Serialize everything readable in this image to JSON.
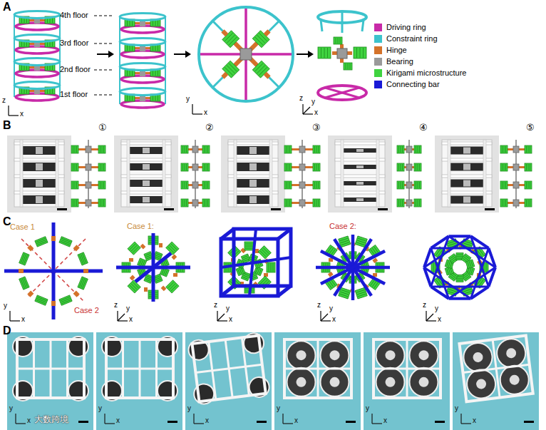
{
  "diagram": {
    "labels": [
      "A",
      "4th floor",
      "3rd floor",
      "2nd floor",
      "1st floor",
      "z",
      "x",
      "y",
      "x",
      "z",
      "y",
      "x",
      "B",
      "①",
      "②",
      "③",
      "④",
      "⑤",
      "C",
      "Case 1",
      "Case 2",
      "y",
      "x",
      "Case 1:",
      "z",
      "y",
      "x",
      "z",
      "y",
      "x",
      "Case 2:",
      "z",
      "y",
      "x",
      "z",
      "y",
      "x",
      "D",
      "y",
      "x",
      "y",
      "x",
      "y",
      "x",
      "y",
      "x",
      "y",
      "x",
      "y",
      "x",
      "大数跨境"
    ],
    "legend": [
      {
        "text": "Driving ring",
        "color": "#c82aa8"
      },
      {
        "text": "Constraint ring",
        "color": "#3cc3cc"
      },
      {
        "text": "Hinge",
        "color": "#d4722a"
      },
      {
        "text": "Bearing",
        "color": "#9a9a9a"
      },
      {
        "text": "Kirigami microstructure",
        "color": "#3fd33f"
      },
      {
        "text": "Connecting bar",
        "color": "#1a1ad6"
      }
    ]
  }
}
